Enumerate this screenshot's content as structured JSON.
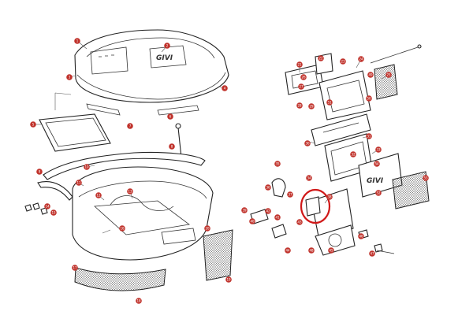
{
  "diagram": {
    "logo_text": "GIVI",
    "callout_color": "#c0322b",
    "highlight_color": "#d01818",
    "callouts": [
      {
        "id": "1"
      },
      {
        "id": "2"
      },
      {
        "id": "3"
      },
      {
        "id": "4"
      },
      {
        "id": "5"
      },
      {
        "id": "6"
      },
      {
        "id": "7"
      },
      {
        "id": "8"
      },
      {
        "id": "9"
      },
      {
        "id": "10"
      },
      {
        "id": "11"
      },
      {
        "id": "12"
      },
      {
        "id": "13"
      },
      {
        "id": "14"
      },
      {
        "id": "15"
      },
      {
        "id": "16"
      },
      {
        "id": "17"
      },
      {
        "id": "18"
      },
      {
        "id": "19"
      },
      {
        "id": "20"
      },
      {
        "id": "21"
      },
      {
        "id": "22"
      },
      {
        "id": "23"
      },
      {
        "id": "24"
      },
      {
        "id": "25"
      },
      {
        "id": "26"
      },
      {
        "id": "27"
      },
      {
        "id": "28"
      },
      {
        "id": "29"
      },
      {
        "id": "30"
      },
      {
        "id": "31"
      },
      {
        "id": "32"
      },
      {
        "id": "33"
      },
      {
        "id": "34"
      },
      {
        "id": "35"
      },
      {
        "id": "36"
      },
      {
        "id": "37"
      },
      {
        "id": "38"
      },
      {
        "id": "39"
      },
      {
        "id": "40"
      },
      {
        "id": "41"
      },
      {
        "id": "42"
      },
      {
        "id": "43"
      },
      {
        "id": "44"
      },
      {
        "id": "45"
      },
      {
        "id": "46"
      },
      {
        "id": "47"
      },
      {
        "id": "48"
      },
      {
        "id": "49"
      },
      {
        "id": "50"
      },
      {
        "id": "51"
      },
      {
        "id": "52"
      },
      {
        "id": "53"
      },
      {
        "id": "54"
      }
    ]
  }
}
